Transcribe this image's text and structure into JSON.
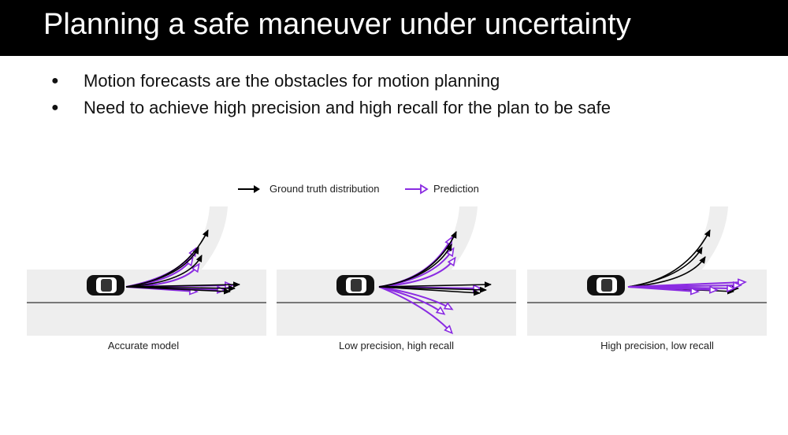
{
  "slide": {
    "title": "Planning a safe maneuver under uncertainty",
    "bullets": [
      "Motion forecasts are the obstacles for motion planning",
      "Need to achieve high precision and high recall for the plan to be safe"
    ]
  },
  "legend": {
    "ground_truth_label": "Ground truth distribution",
    "prediction_label": "Prediction"
  },
  "colors": {
    "ground_truth": "#000000",
    "prediction": "#8a2be2",
    "road": "#eeeeee",
    "title_bar": "#000000"
  },
  "panels": [
    {
      "caption": "Accurate model"
    },
    {
      "caption": "Low precision, high recall"
    },
    {
      "caption": "High precision, low recall"
    }
  ]
}
